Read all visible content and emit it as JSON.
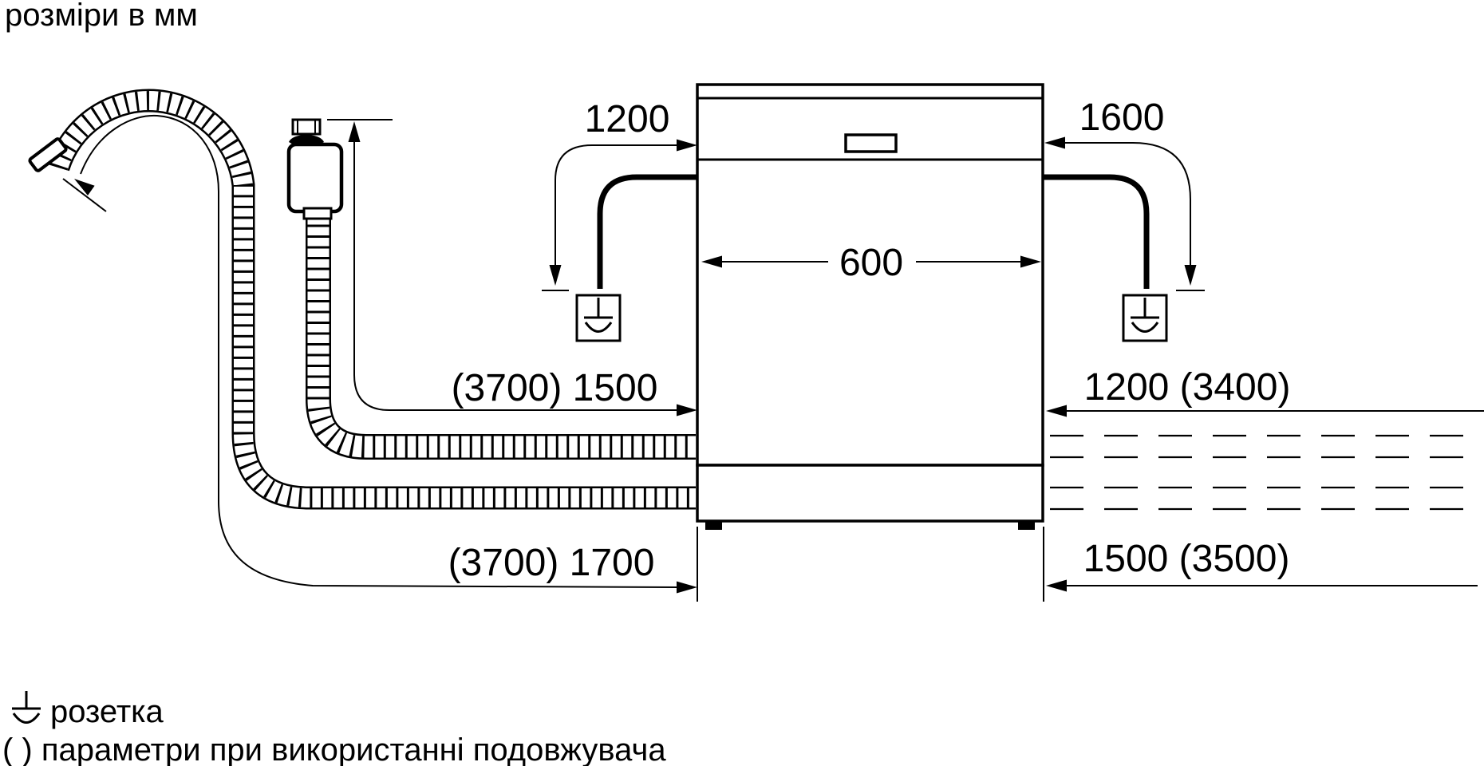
{
  "title": "розміри в мм",
  "diagram": {
    "type": "appliance-installation-dimensions",
    "unit": "mm",
    "appliance": "dishwasher-front-view",
    "machine_width_label": "600"
  },
  "dimensions": {
    "power_cord_left": {
      "label": "1200",
      "meaning": "distance from left edge of appliance to socket"
    },
    "power_cord_right": {
      "label": "1600",
      "meaning": "distance from right edge of appliance to socket"
    },
    "width": {
      "label": "600",
      "meaning": "appliance width"
    },
    "supply_hose_left": {
      "label": "(3700) 1500",
      "meaning": "water supply hose length from tap to appliance"
    },
    "supply_hose_right": {
      "label": "1200 (3400)",
      "meaning": "water supply hose reach to the right"
    },
    "drain_hose_left": {
      "label": "(3700) 1700",
      "meaning": "drain hose length from outlet to appliance"
    },
    "drain_hose_right": {
      "label": "1500 (3500)",
      "meaning": "drain hose reach to the right"
    }
  },
  "legend": {
    "socket_icon": "socket-icon",
    "socket_label": "розетка",
    "brackets_label": "( ) параметри при використанні подовжувача"
  },
  "icons": {
    "socket_icon": "earthed-socket-symbol",
    "arrowhead": "filled-triangle-arrowhead",
    "aquastop": "water-tap-valve",
    "drain_nozzle": "drain-hose-end-piece"
  },
  "colors": {
    "line": "#000000",
    "background": "#ffffff"
  }
}
